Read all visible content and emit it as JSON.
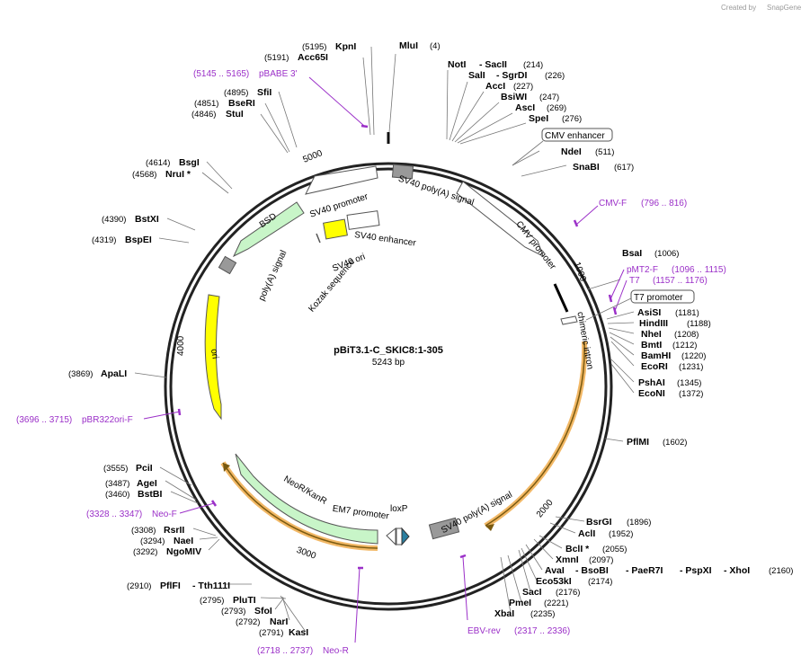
{
  "credit": "Created by",
  "credit_brand": "SnapGene",
  "plasmid": {
    "name": "pBiT3.1-C_SKIC8:1-305",
    "length": "5243 bp"
  },
  "ticks": [
    "1000",
    "2000",
    "3000",
    "4000",
    "5000"
  ],
  "enzymes": [
    {
      "name": "MluI",
      "pos": "(4)"
    },
    {
      "name": "NotI",
      "pos": ""
    },
    {
      "name": "- SacII",
      "pos": "(214)"
    },
    {
      "name": "SalI",
      "pos": ""
    },
    {
      "name": "- SgrDI",
      "pos": "(226)"
    },
    {
      "name": "AccI",
      "pos": "(227)"
    },
    {
      "name": "BsiWI",
      "pos": "(247)"
    },
    {
      "name": "AscI",
      "pos": "(269)"
    },
    {
      "name": "SpeI",
      "pos": "(276)"
    },
    {
      "name": "NdeI",
      "pos": "(511)"
    },
    {
      "name": "SnaBI",
      "pos": "(617)"
    },
    {
      "name": "BsaI",
      "pos": "(1006)"
    },
    {
      "name": "AsiSI",
      "pos": "(1181)"
    },
    {
      "name": "HindIII",
      "pos": "(1188)"
    },
    {
      "name": "NheI",
      "pos": "(1208)"
    },
    {
      "name": "BmtI",
      "pos": "(1212)"
    },
    {
      "name": "BamHI",
      "pos": "(1220)"
    },
    {
      "name": "EcoRI",
      "pos": "(1231)"
    },
    {
      "name": "PshAI",
      "pos": "(1345)"
    },
    {
      "name": "EcoNI",
      "pos": "(1372)"
    },
    {
      "name": "PflMI",
      "pos": "(1602)"
    },
    {
      "name": "BsrGI",
      "pos": "(1896)"
    },
    {
      "name": "AclI",
      "pos": "(1952)"
    },
    {
      "name": "BclI *",
      "pos": "(2055)"
    },
    {
      "name": "XmnI",
      "pos": "(2097)"
    },
    {
      "name": "AvaI",
      "pos": ""
    },
    {
      "name": "- BsoBI",
      "pos": ""
    },
    {
      "name": "- PaeR7I",
      "pos": ""
    },
    {
      "name": "- PspXI",
      "pos": ""
    },
    {
      "name": "- XhoI",
      "pos": "(2160)"
    },
    {
      "name": "Eco53kI",
      "pos": "(2174)"
    },
    {
      "name": "SacI",
      "pos": "(2176)"
    },
    {
      "name": "PmeI",
      "pos": "(2221)"
    },
    {
      "name": "XbaI",
      "pos": "(2235)"
    },
    {
      "name": "KasI",
      "pos": "(2791)"
    },
    {
      "name": "NarI",
      "pos": "(2792)"
    },
    {
      "name": "SfoI",
      "pos": "(2793)"
    },
    {
      "name": "PluTI",
      "pos": "(2795)"
    },
    {
      "name": "PflFI",
      "pos": "(2910)"
    },
    {
      "name": "- Tth111I",
      "pos": ""
    },
    {
      "name": "NgoMIV",
      "pos": "(3292)"
    },
    {
      "name": "NaeI",
      "pos": "(3294)"
    },
    {
      "name": "RsrII",
      "pos": "(3308)"
    },
    {
      "name": "BstBI",
      "pos": "(3460)"
    },
    {
      "name": "AgeI",
      "pos": "(3487)"
    },
    {
      "name": "PciI",
      "pos": "(3555)"
    },
    {
      "name": "ApaLI",
      "pos": "(3869)"
    },
    {
      "name": "BspEI",
      "pos": "(4319)"
    },
    {
      "name": "BstXI",
      "pos": "(4390)"
    },
    {
      "name": "NruI *",
      "pos": "(4568)"
    },
    {
      "name": "BsgI",
      "pos": "(4614)"
    },
    {
      "name": "StuI",
      "pos": "(4846)"
    },
    {
      "name": "BseRI",
      "pos": "(4851)"
    },
    {
      "name": "SfiI",
      "pos": "(4895)"
    },
    {
      "name": "Acc65I",
      "pos": "(5191)"
    },
    {
      "name": "KpnI",
      "pos": "(5195)"
    }
  ],
  "primers": [
    {
      "name": "pBABE 3'",
      "range": "(5145 .. 5165)"
    },
    {
      "name": "CMV-F",
      "range": "(796 .. 816)"
    },
    {
      "name": "pMT2-F",
      "range": "(1096 .. 1115)"
    },
    {
      "name": "T7",
      "range": "(1157 .. 1176)"
    },
    {
      "name": "pBR322ori-F",
      "range": "(3696 .. 3715)"
    },
    {
      "name": "Neo-F",
      "range": "(3328 .. 3347)"
    },
    {
      "name": "EBV-rev",
      "range": "(2317 .. 2336)"
    },
    {
      "name": "Neo-R",
      "range": "(2718 .. 2737)"
    }
  ],
  "boxed_labels": [
    "CMV enhancer",
    "T7 promoter"
  ],
  "features": [
    {
      "name": "SV40 promoter",
      "color": "#ffffff"
    },
    {
      "name": "SV40 poly(A) signal",
      "color": "#999999"
    },
    {
      "name": "CMV promoter",
      "color": "#ffffff"
    },
    {
      "name": "chimeric intron",
      "color": "#ffffff"
    },
    {
      "name": "BSD",
      "color": "#c8f5c8"
    },
    {
      "name": "poly(A) signal",
      "color": "#999999"
    },
    {
      "name": "ori",
      "color": "#ffff00"
    },
    {
      "name": "SV40 enhancer",
      "color": "#ffffff"
    },
    {
      "name": "SV40 ori",
      "color": "#ffff00"
    },
    {
      "name": "Kozak sequence",
      "color": "#ffffff"
    },
    {
      "name": "NeoR/KanR",
      "color": "#c8f5c8"
    },
    {
      "name": "EM7 promoter",
      "color": "#ffffff"
    },
    {
      "name": "loxP",
      "color": "#2a7fa0"
    },
    {
      "name": "SV40 poly(A) signal",
      "color": "#999999"
    }
  ],
  "colors": {
    "primer": "#9b30c8",
    "highlight": "#f2b866",
    "backbone": "#222222"
  }
}
